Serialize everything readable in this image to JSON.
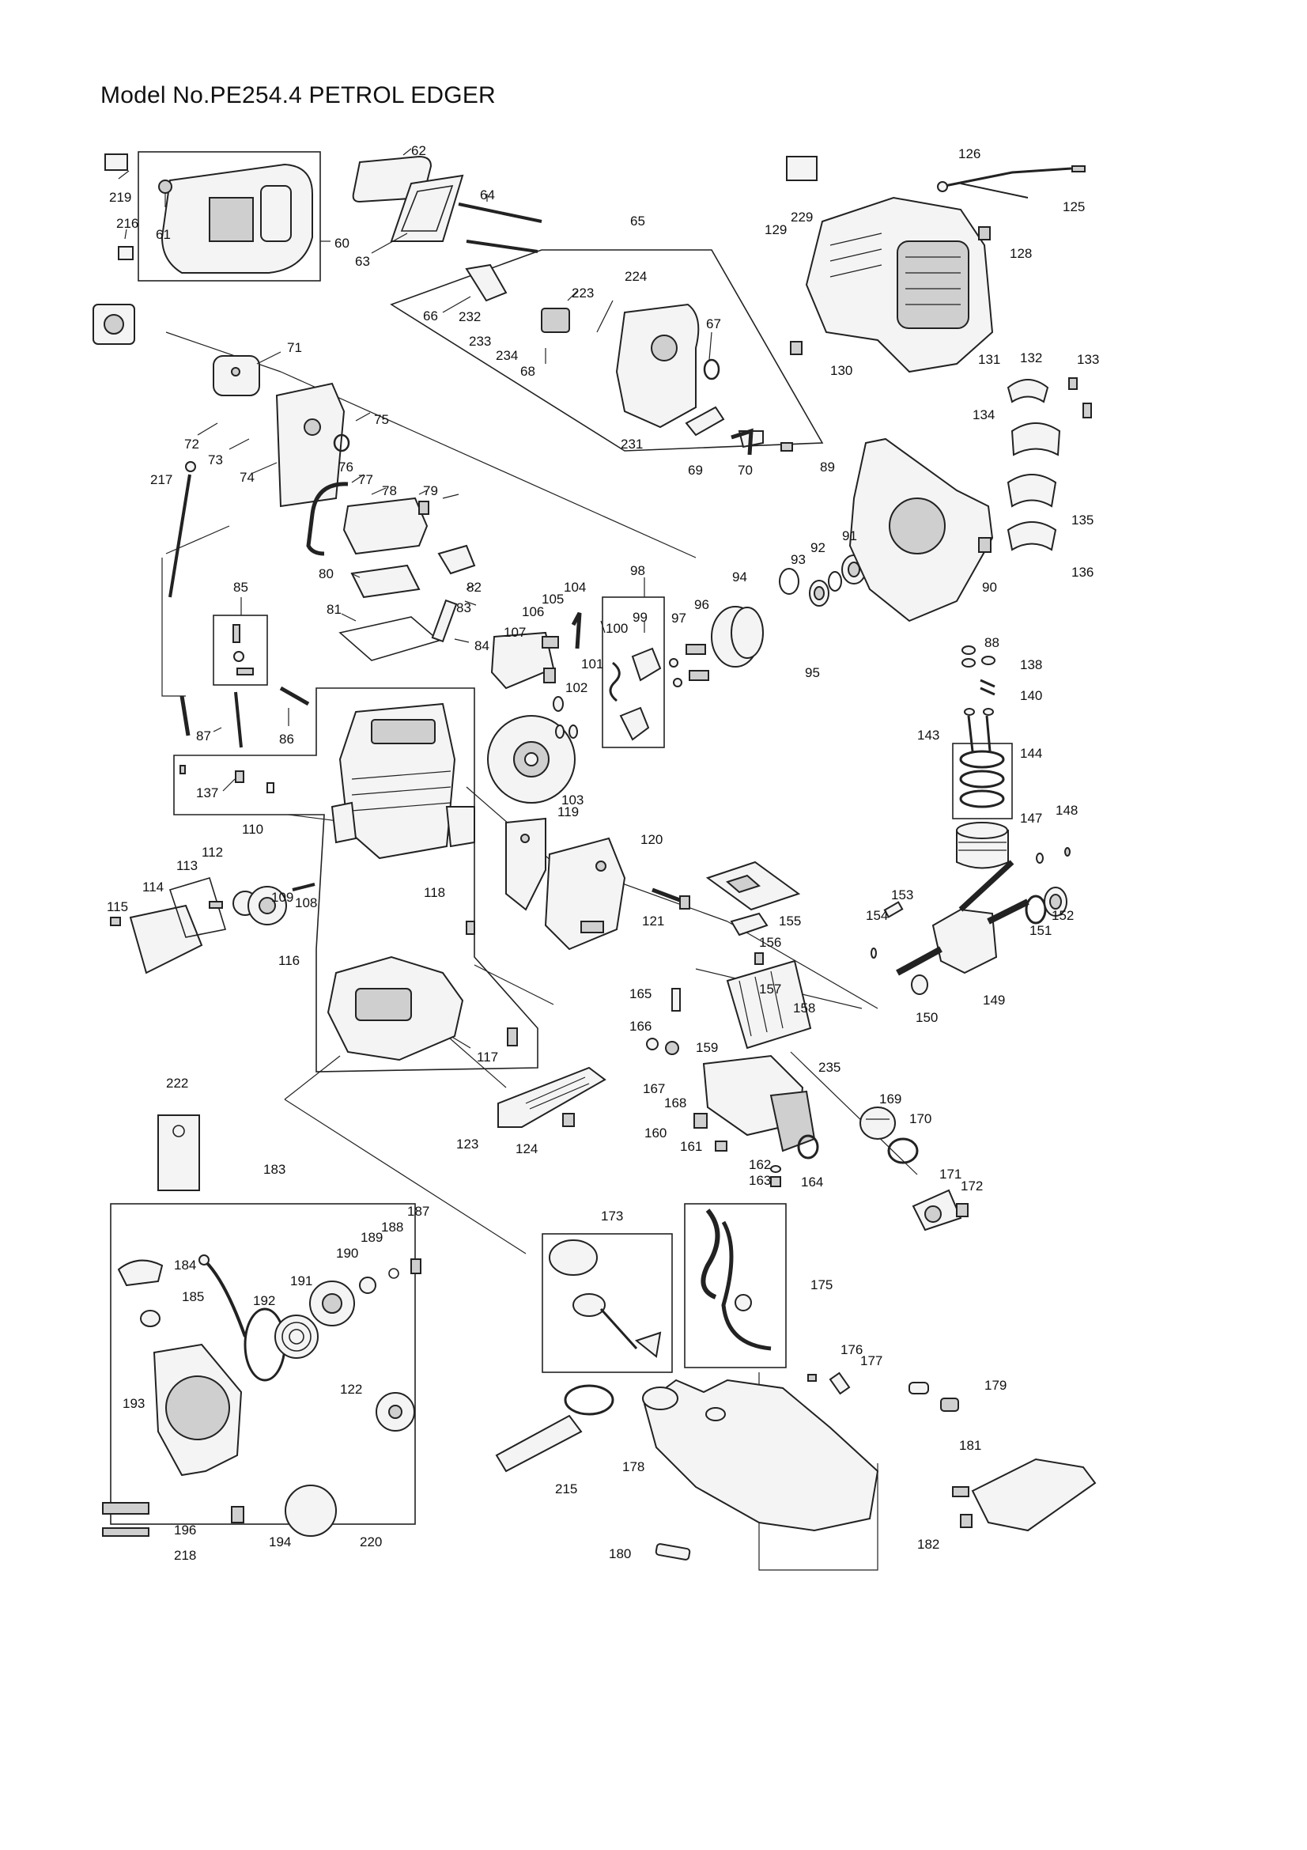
{
  "page": {
    "title": "Model No.PE254.4 PETROL EDGER"
  },
  "labels": {
    "p60": "60",
    "p61": "61",
    "p62": "62",
    "p63": "63",
    "p64": "64",
    "p65": "65",
    "p66": "66",
    "p67": "67",
    "p68": "68",
    "p69": "69",
    "p70": "70",
    "p71": "71",
    "p72": "72",
    "p73": "73",
    "p74": "74",
    "p75": "75",
    "p76": "76",
    "p77": "77",
    "p78": "78",
    "p79": "79",
    "p80": "80",
    "p81": "81",
    "p82": "82",
    "p83": "83",
    "p84": "84",
    "p85": "85",
    "p86": "86",
    "p87": "87",
    "p88": "88",
    "p89": "89",
    "p90": "90",
    "p91": "91",
    "p92": "92",
    "p93": "93",
    "p94": "94",
    "p95": "95",
    "p96": "96",
    "p97": "97",
    "p98": "98",
    "p99": "99",
    "p100": "100",
    "p101": "101",
    "p102": "102",
    "p103": "103",
    "p104": "104",
    "p105": "105",
    "p106": "106",
    "p107": "107",
    "p108": "108",
    "p109": "109",
    "p110": "110",
    "p112": "112",
    "p113": "113",
    "p114": "114",
    "p115": "115",
    "p116": "116",
    "p117": "117",
    "p118": "118",
    "p119": "119",
    "p120": "120",
    "p121": "121",
    "p122": "122",
    "p123": "123",
    "p124": "124",
    "p125": "125",
    "p126": "126",
    "p128": "128",
    "p129": "129",
    "p130": "130",
    "p131": "131",
    "p132": "132",
    "p133": "133",
    "p134": "134",
    "p135": "135",
    "p136": "136",
    "p137": "137",
    "p138": "138",
    "p140": "140",
    "p143": "143",
    "p144": "144",
    "p147": "147",
    "p148": "148",
    "p149": "149",
    "p150": "150",
    "p151": "151",
    "p152": "152",
    "p153": "153",
    "p154": "154",
    "p155": "155",
    "p156": "156",
    "p157": "157",
    "p158": "158",
    "p159": "159",
    "p160": "160",
    "p161": "161",
    "p162": "162",
    "p163": "163",
    "p164": "164",
    "p165": "165",
    "p166": "166",
    "p167": "167",
    "p168": "168",
    "p169": "169",
    "p170": "170",
    "p171": "171",
    "p172": "172",
    "p173": "173",
    "p175": "175",
    "p176": "176",
    "p177": "177",
    "p178": "178",
    "p179": "179",
    "p180": "180",
    "p181": "181",
    "p182": "182",
    "p183": "183",
    "p184": "184",
    "p185": "185",
    "p187": "187",
    "p188": "188",
    "p189": "189",
    "p190": "190",
    "p191": "191",
    "p192": "192",
    "p193": "193",
    "p194": "194",
    "p196": "196",
    "p215": "215",
    "p216": "216",
    "p217": "217",
    "p218": "218",
    "p219": "219",
    "p220": "220",
    "p222": "222",
    "p223": "223",
    "p224": "224",
    "p229": "229",
    "p231": "231",
    "p232": "232",
    "p233": "233",
    "p234": "234",
    "p235": "235"
  }
}
